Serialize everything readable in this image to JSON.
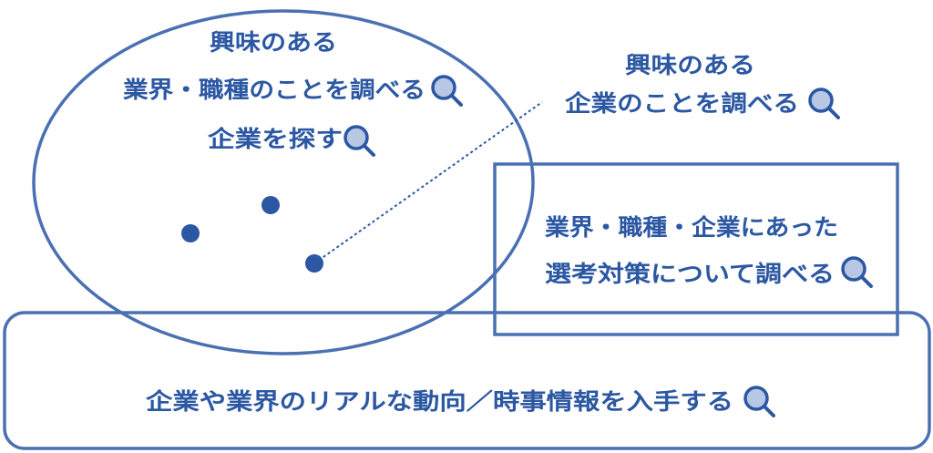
{
  "colors": {
    "stroke": "#4a70b3",
    "text": "#2b57a3",
    "dot": "#2b57a3",
    "lens_fill": "#b8c7e3"
  },
  "ellipse_group": {
    "line1": "興味のある",
    "line2": "業界・職種のことを調べる",
    "line3": "企業を探す"
  },
  "top_right": {
    "line1": "興味のある",
    "line2": "企業のことを調べる"
  },
  "right_box": {
    "line1": "業界・職種・企業にあった",
    "line2": "選考対策について調べる"
  },
  "bottom_box": {
    "line1": "企業や業界のリアルな動向／時事情報を入手する"
  },
  "icons": [
    "search-icon"
  ]
}
